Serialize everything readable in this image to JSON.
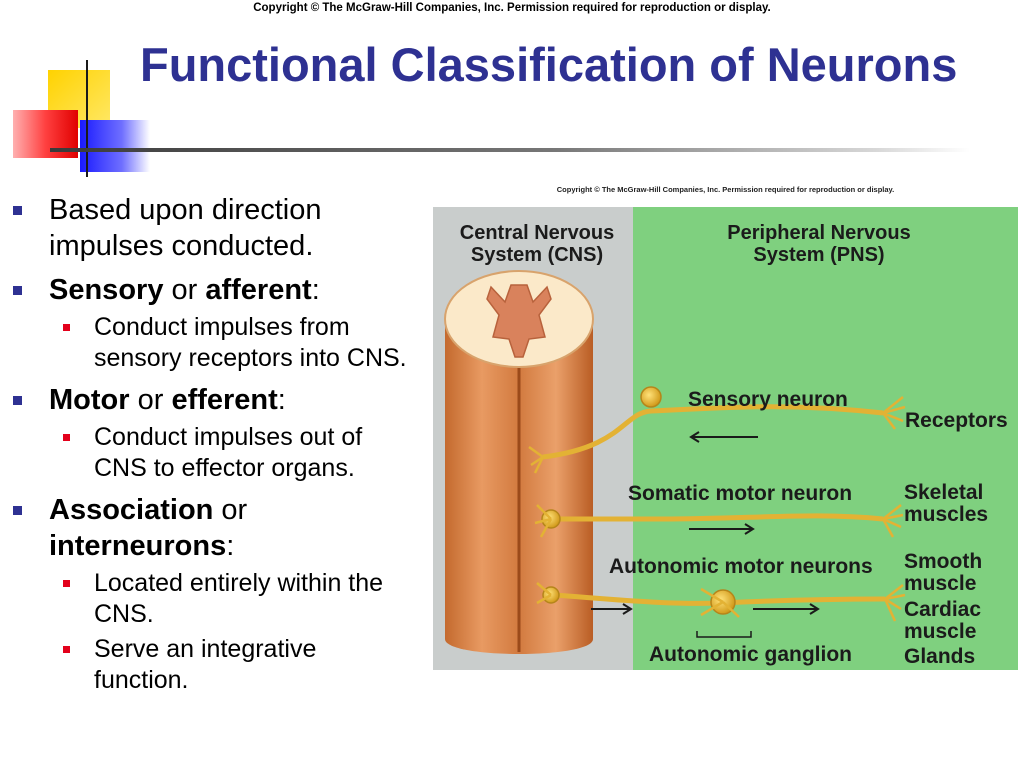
{
  "copyright": "Copyright © The McGraw-Hill Companies, Inc. Permission required for reproduction or display.",
  "title": "Functional Classification of Neurons",
  "bullets": [
    {
      "text": "Based upon direction impulses conducted."
    },
    {
      "strong1": "Sensory",
      "mid": " or ",
      "strong2": "afferent",
      "end": ":",
      "sub": [
        "Conduct impulses from sensory receptors into CNS."
      ]
    },
    {
      "strong1": "Motor",
      "mid": " or ",
      "strong2": "efferent",
      "end": ":",
      "sub": [
        "Conduct impulses out of CNS to effector organs."
      ]
    },
    {
      "strong1": "Association",
      "mid": " or ",
      "strong2": "interneurons",
      "end": ":",
      "sub": [
        "Located entirely within the CNS.",
        "Serve an integrative function."
      ]
    }
  ],
  "figure": {
    "copyright": "Copyright © The McGraw-Hill Companies, Inc. Permission required for reproduction or display.",
    "cns_label": "Central Nervous System (CNS)",
    "pns_label": "Peripheral Nervous System (PNS)",
    "sensory_neuron": "Sensory neuron",
    "receptors": "Receptors",
    "somatic_motor_neuron": "Somatic motor neuron",
    "skeletal_muscles": "Skeletal muscles",
    "autonomic_motor_neurons": "Autonomic motor neurons",
    "smooth_muscle": "Smooth muscle",
    "cardiac_muscle": "Cardiac muscle",
    "glands": "Glands",
    "autonomic_ganglion": "Autonomic ganglion"
  },
  "colors": {
    "title": "#2e3192",
    "bullet_marker": "#2e3192",
    "sub_bullet_marker": "#e3001b",
    "cns_background": "#c9cdcc",
    "pns_background": "#7fd07f",
    "neuron": "#e3b234"
  }
}
